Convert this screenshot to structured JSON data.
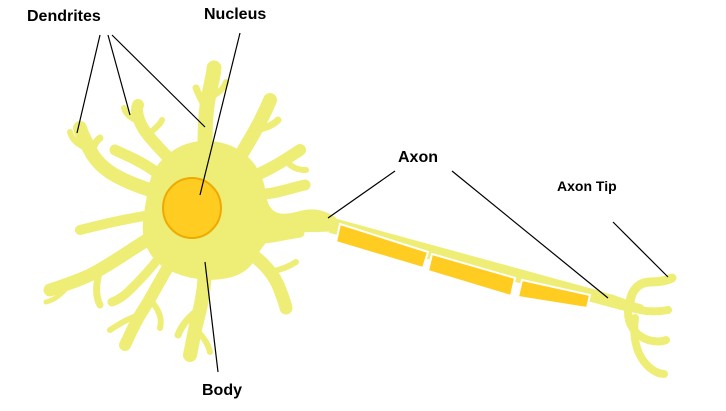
{
  "labels": {
    "dendrites": "Dendrites",
    "nucleus": "Nucleus",
    "axon": "Axon",
    "axon_tip": "Axon Tip",
    "body": "Body"
  },
  "colors": {
    "cell": "#eeee77",
    "nucleus": "#ffcc22",
    "nucleus_outline": "#eeaa00",
    "myelin": "#ffcc22",
    "myelin_outline": "#ddaa00",
    "leader_line": "#000000"
  }
}
